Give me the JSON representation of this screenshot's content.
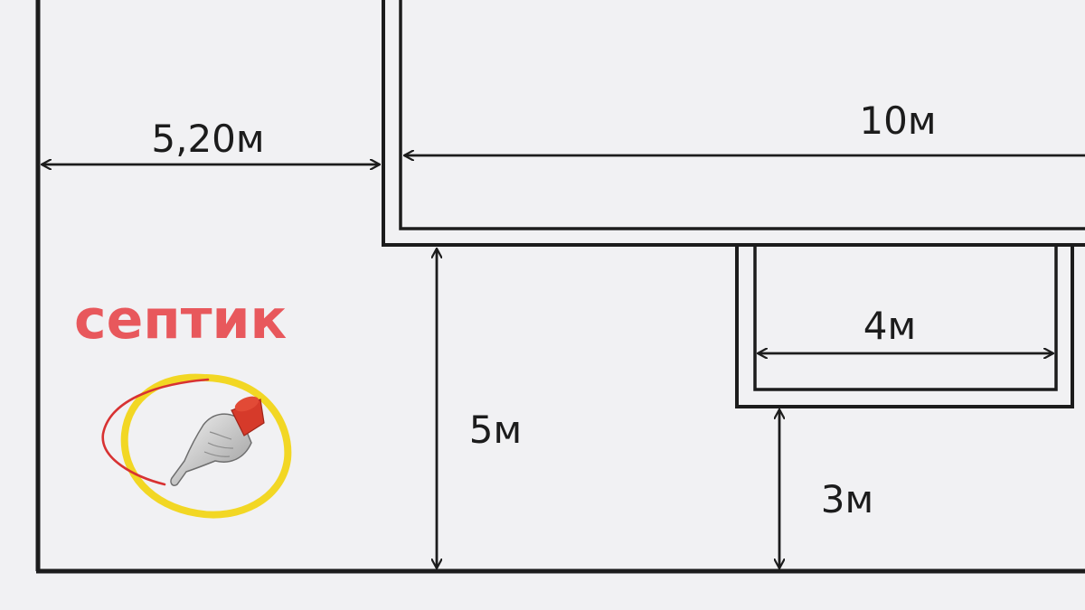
{
  "plan": {
    "label_septic": "септик",
    "dim_setback_left": "5,20м",
    "dim_house_width": "10м",
    "dim_annex_width": "4м",
    "dim_setback_house": "5м",
    "dim_setback_annex": "3м"
  },
  "colors": {
    "background": "#f1f1f3",
    "lines": "#1c1c1c",
    "label": "#e8585c",
    "highlight_ring": "#f2d724",
    "sketch_stroke": "#d83232",
    "cuff": "#d63a2a"
  },
  "icons": {
    "pointer": "pointing-hand-icon"
  }
}
